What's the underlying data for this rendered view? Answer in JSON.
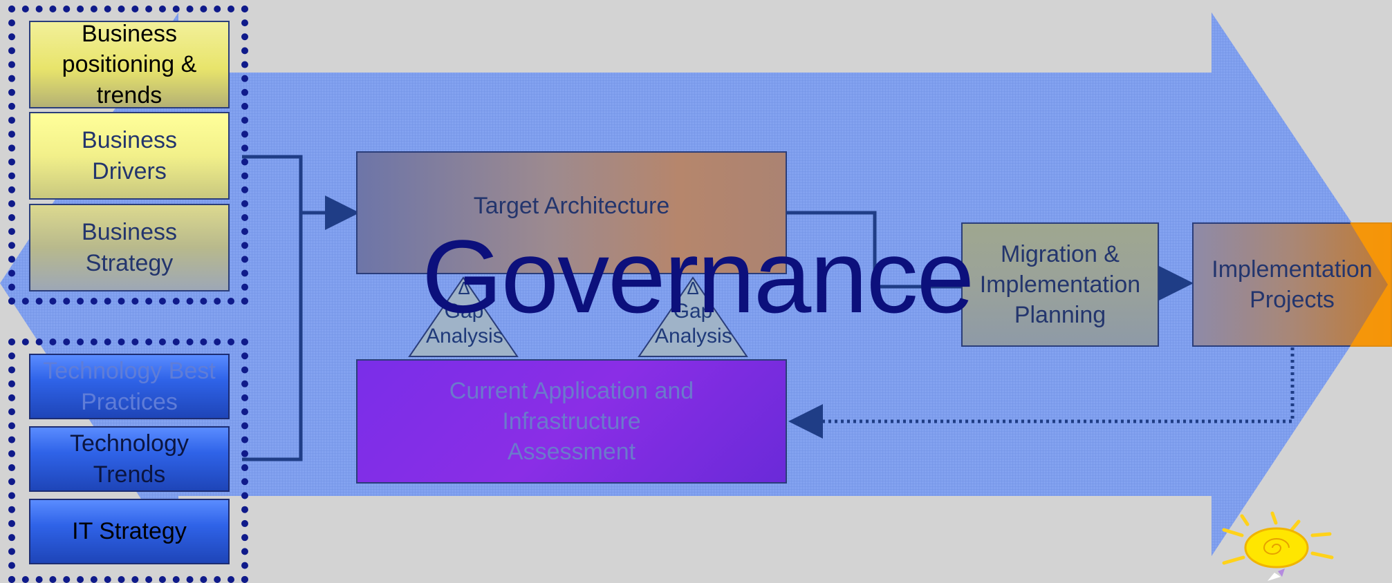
{
  "colors": {
    "background": "#d3d3d3",
    "big_arrow": "#7f9ff2",
    "frame": "#0f1a8a",
    "connector": "#1f3d86",
    "title": "#0c107c"
  },
  "business_boxes": [
    {
      "label": "Business positioning & trends"
    },
    {
      "label": "Business Drivers"
    },
    {
      "label": "Business Strategy"
    }
  ],
  "technology_boxes": [
    {
      "label": "Technology Best Practices"
    },
    {
      "label": "Technology Trends"
    },
    {
      "label": "IT Strategy"
    }
  ],
  "target_architecture": {
    "label": "Target Architecture"
  },
  "current_assessment": {
    "label": "Current Application and Infrastructure Assessment"
  },
  "migration": {
    "label": "Migration & Implementation Planning"
  },
  "implementation": {
    "label": "Implementation Projects"
  },
  "gap_analysis": [
    {
      "symbol": "Δ",
      "label": "Gap Analysis"
    },
    {
      "symbol": "Δ",
      "label": "Gap Analysis"
    }
  ],
  "governance_label": "Governance",
  "icons": [
    "sun-icon"
  ]
}
